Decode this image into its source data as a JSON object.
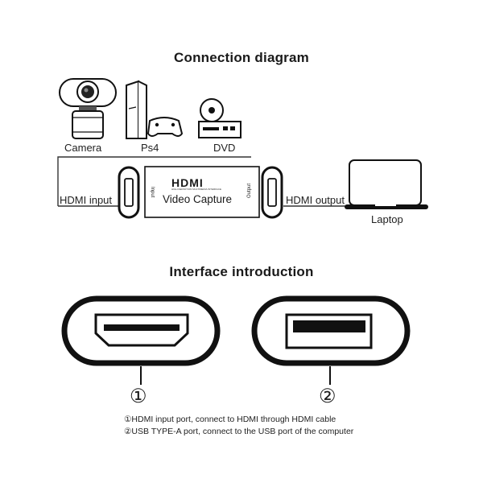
{
  "titles": {
    "connection": "Connection diagram",
    "interface": "Interface introduction"
  },
  "devices": {
    "camera": "Camera",
    "ps4": "Ps4",
    "dvd": "DVD",
    "laptop": "Laptop"
  },
  "capture": {
    "brand": "HDMI",
    "tagline": "HIGH DEFINITION MULTIMEDIA INTERFACE",
    "name": "Video Capture",
    "input_side": "Input",
    "output_side": "Output"
  },
  "ports": {
    "hdmi_input": "HDMI input",
    "hdmi_output": "HDMI output",
    "marker_1": "①",
    "marker_2": "②"
  },
  "notes": {
    "line_1": "①HDMI input port, connect to HDMI through HDMI cable",
    "line_2": "②USB TYPE-A port, connect to the USB port of the computer"
  },
  "icons": [
    "camera-icon",
    "ps4-icon",
    "dvd-icon",
    "laptop-icon",
    "hdmi-port-icon",
    "usb-a-port-icon"
  ]
}
